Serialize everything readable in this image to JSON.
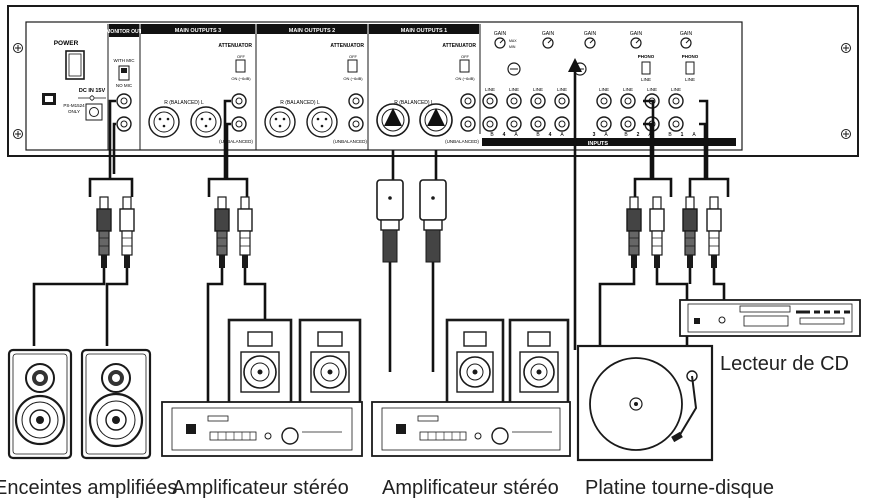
{
  "panel": {
    "power": "POWER",
    "dc_in": "DC IN 15V",
    "psu_model": "PS-M1524",
    "psu_only": "ONLY",
    "monitor_out": "MONITOR OUT",
    "with_mic": "WITH MIC",
    "no_mic": "NO MIC",
    "main_outputs_3": "MAIN OUTPUTS 3",
    "main_outputs_2": "MAIN OUTPUTS 2",
    "main_outputs_1": "MAIN OUTPUTS 1",
    "attenuator": "ATTENUATOR",
    "off": "OFF",
    "on_6db": "ON (−6dB)",
    "balanced": "R (BALANCED) L",
    "unbalanced": "(UNBALANCED)",
    "gain": "GAIN",
    "max": "MAX",
    "min": "MIN",
    "line": "LINE",
    "phono": "PHONO",
    "inputs": "INPUTS",
    "ch_a": "A",
    "ch_b": "B",
    "ch4": "4",
    "ch3": "3",
    "ch2": "2",
    "ch1": "1"
  },
  "captions": {
    "speakers": "Enceintes amplifiées",
    "amp_left": "Amplificateur stéréo",
    "amp_right": "Amplificateur stéréo",
    "turntable": "Platine tourne-disque",
    "cd_player": "Lecteur de CD"
  },
  "colors": {
    "panel": "#ffffff",
    "stroke": "#1a1a1a",
    "header_bar": "#111111",
    "plug_dark": "#444444",
    "plug_light": "#ffffff"
  }
}
